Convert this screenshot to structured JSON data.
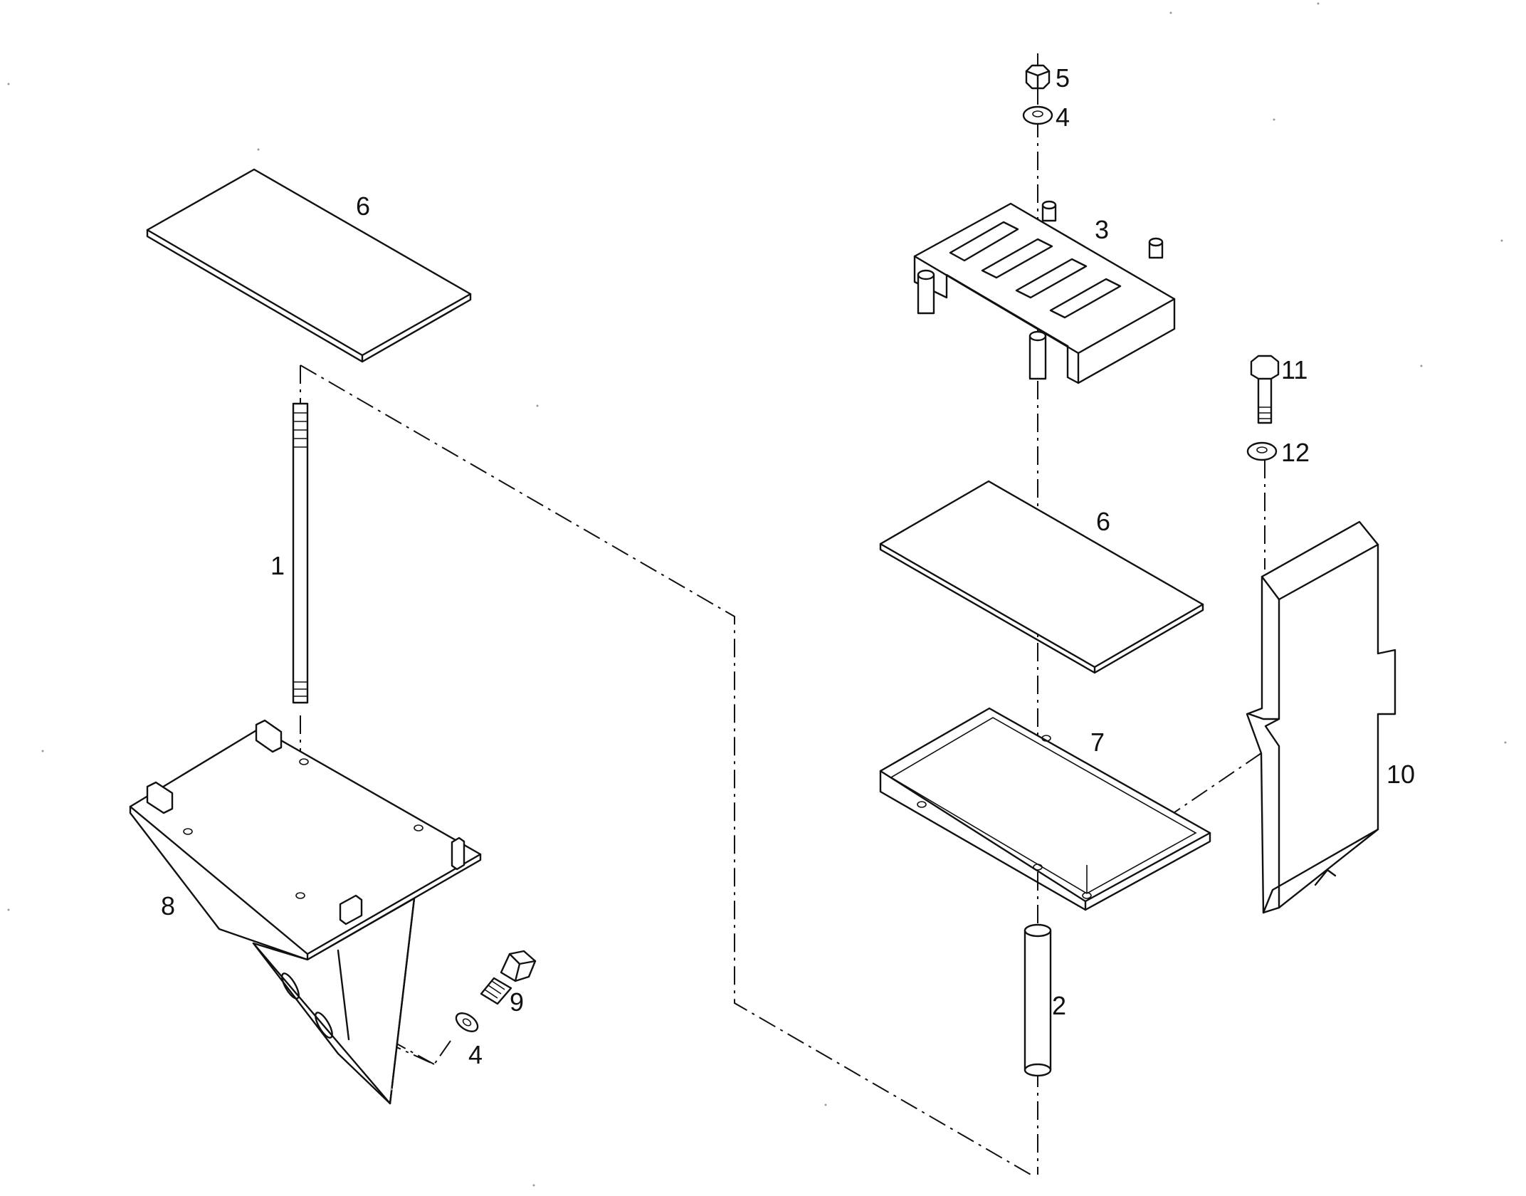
{
  "diagram": {
    "labels": {
      "part_1": "1",
      "part_2": "2",
      "part_3": "3",
      "part_4_top": "4",
      "part_4_bottom": "4",
      "part_5": "5",
      "part_6_left": "6",
      "part_6_right": "6",
      "part_7": "7",
      "part_8": "8",
      "part_9": "9",
      "part_10": "10",
      "part_11": "11",
      "part_12": "12"
    }
  }
}
